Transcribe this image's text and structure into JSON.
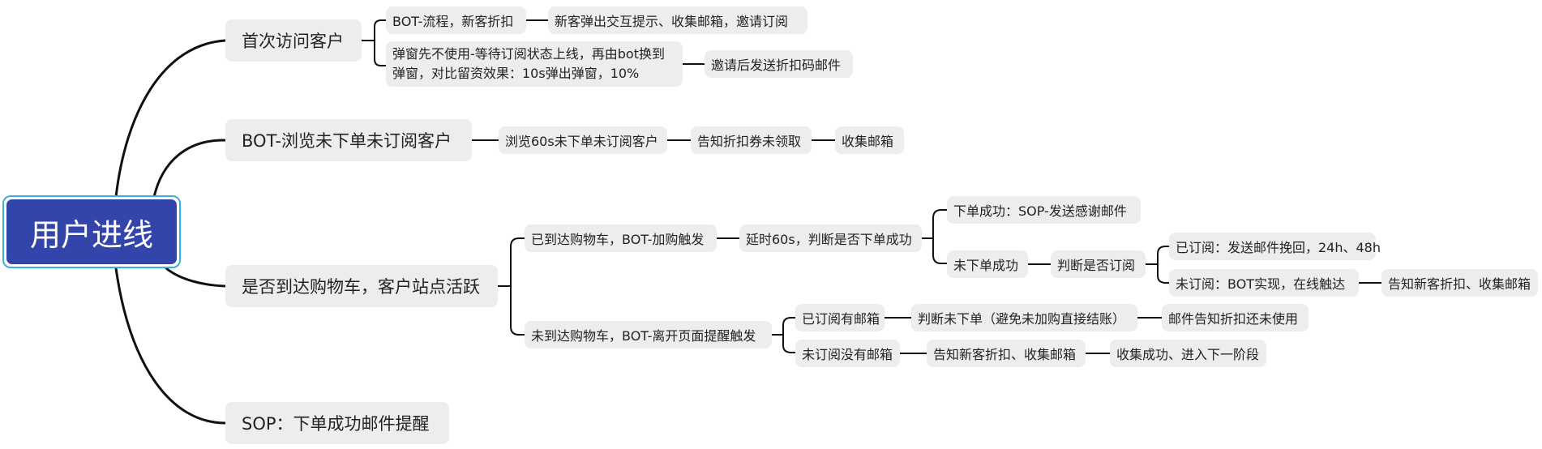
{
  "root": {
    "label": "用户进线"
  },
  "branches": {
    "first_visit": {
      "label": "首次访问客户",
      "bot_flow": "BOT-流程，新客折扣",
      "bot_flow_result": "新客弹出交互提示、收集邮箱，邀请订阅",
      "popup_line1": "弹窗先不使用-等待订阅状态上线，再由bot换到",
      "popup_line2": "弹窗，对比留资效果：10s弹出弹窗，10%",
      "popup_result": "邀请后发送折扣码邮件"
    },
    "browse": {
      "label": "BOT-浏览未下单未订阅客户",
      "step1": "浏览60s未下单未订阅客户",
      "step2": "告知折扣券未领取",
      "step3": "收集邮箱"
    },
    "cart": {
      "label": "是否到达购物车，客户站点活跃",
      "reached": "已到达购物车，BOT-加购触发",
      "delay": "延时60s，判断是否下单成功",
      "order_ok": "下单成功：SOP-发送感谢邮件",
      "order_fail": "未下单成功",
      "check_sub": "判断是否订阅",
      "subscribed": "已订阅：发送邮件挽回，24h、48h",
      "unsubscribed": "未订阅：BOT实现，在线触达",
      "unsub_result": "告知新客折扣、收集邮箱",
      "not_reached": "未到达购物车，BOT-离开页面提醒触发",
      "sub_email": "已订阅有邮箱",
      "sub_email_check": "判断未下单（避免未加购直接结账）",
      "sub_email_result": "邮件告知折扣还未使用",
      "nosub_email": "未订阅没有邮箱",
      "nosub_step1": "告知新客折扣、收集邮箱",
      "nosub_step2": "收集成功、进入下一阶段"
    },
    "sop": {
      "label": "SOP：下单成功邮件提醒"
    }
  },
  "colors": {
    "root_fill": "#3344aa",
    "root_border": "#3aaee6",
    "node_fill": "#ededed",
    "line": "#111111"
  }
}
